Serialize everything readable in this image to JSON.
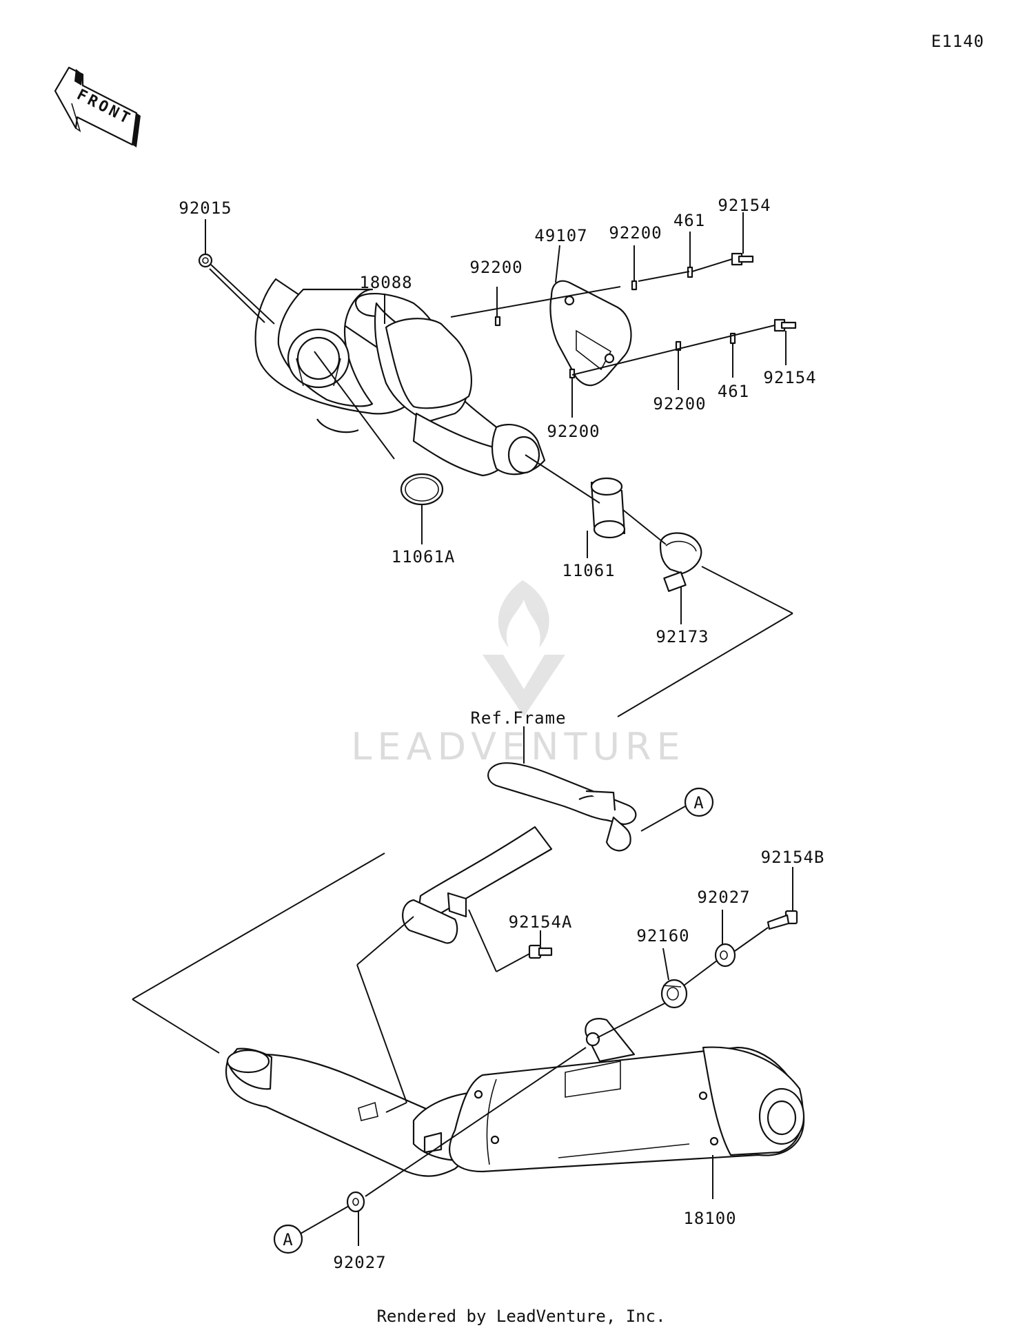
{
  "diagram_id": "E1140",
  "front_marker": "FRONT",
  "reference_label": "Ref.Frame",
  "callout_letter": "A",
  "watermark": "LEADVENTURE",
  "footer": "Rendered by LeadVenture, Inc.",
  "parts": {
    "p92015": "92015",
    "p18088": "18088",
    "p92200_a": "92200",
    "p49107": "49107",
    "p92200_b": "92200",
    "p461_a": "461",
    "p92154_a": "92154",
    "p92154_b": "92154",
    "p461_b": "461",
    "p92200_c": "92200",
    "p92200_d": "92200",
    "p11061A": "11061A",
    "p11061": "11061",
    "p92173": "92173",
    "p92154A": "92154A",
    "p92154B": "92154B",
    "p92027_a": "92027",
    "p92160": "92160",
    "p18100": "18100",
    "p92027_b": "92027"
  }
}
